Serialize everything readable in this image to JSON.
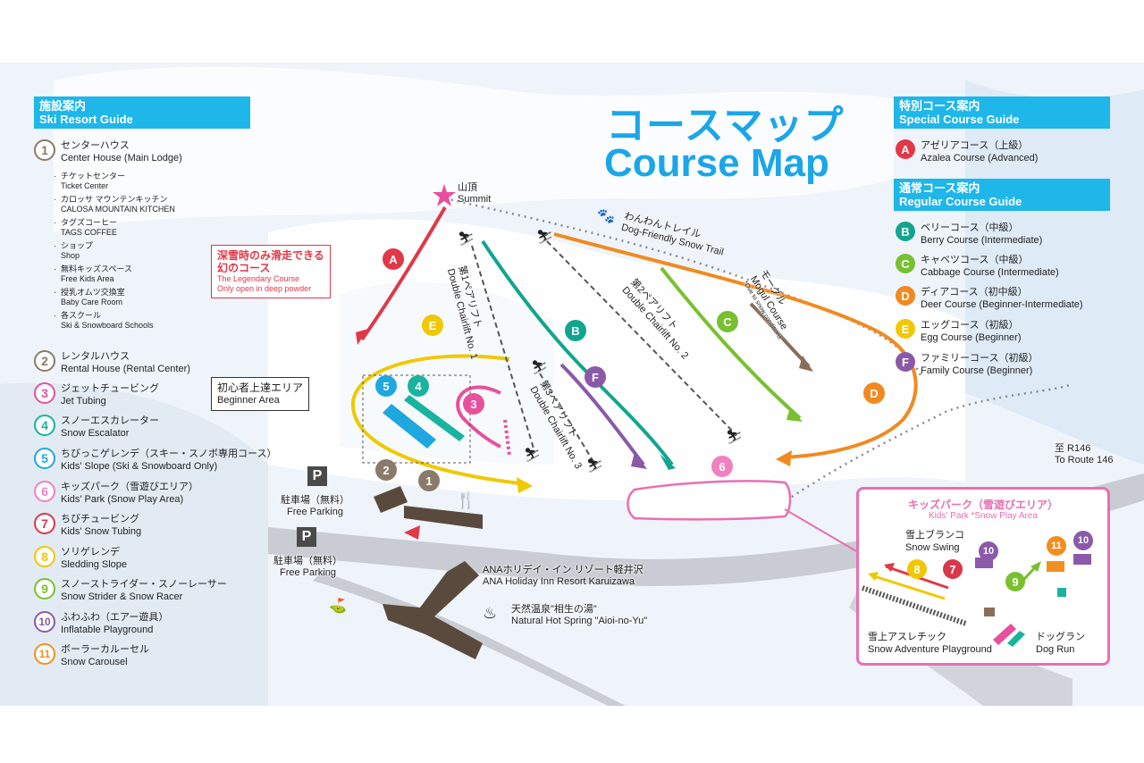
{
  "title": {
    "jp": "コースマップ",
    "en": "Course Map"
  },
  "facility_guide": {
    "header_jp": "施設案内",
    "header_en": "Ski Resort Guide",
    "items": [
      {
        "num": "1",
        "jp": "センターハウス",
        "en": "Center House (Main Lodge)",
        "color": "#8a7a6a"
      },
      {
        "num": "2",
        "jp": "レンタルハウス",
        "en": "Rental House (Rental Center)",
        "color": "#8a7a6a"
      },
      {
        "num": "3",
        "jp": "ジェットチュービング",
        "en": "Jet Tubing",
        "color": "#e8509c"
      },
      {
        "num": "4",
        "jp": "スノーエスカレーター",
        "en": "Snow Escalator",
        "color": "#18b4a0"
      },
      {
        "num": "5",
        "jp": "ちびっこゲレンデ（スキー・スノボ専用コース）",
        "en": "Kids' Slope (Ski & Snowboard Only)",
        "color": "#1fa8e0"
      },
      {
        "num": "6",
        "jp": "キッズパーク（雪遊びエリア）",
        "en": "Kids' Park (Snow Play Area)",
        "color": "#f080c0"
      },
      {
        "num": "7",
        "jp": "ちびチュービング",
        "en": "Kids' Snow Tubing",
        "color": "#d8384a"
      },
      {
        "num": "8",
        "jp": "ソリゲレンデ",
        "en": "Sledding Slope",
        "color": "#f0c800"
      },
      {
        "num": "9",
        "jp": "スノーストライダー・スノーレーサー",
        "en": "Snow Strider & Snow Racer",
        "color": "#78c030"
      },
      {
        "num": "10",
        "jp": "ふわふわ（エアー遊具）",
        "en": "Inflatable Playground",
        "color": "#8a5aa8"
      },
      {
        "num": "11",
        "jp": "ボーラーカルーセル",
        "en": "Snow Carousel",
        "color": "#f09020"
      }
    ],
    "center_house_sub": [
      {
        "jp": "チケットセンター",
        "en": "Ticket Center"
      },
      {
        "jp": "カロッサ マウンテンキッチン",
        "en": "CALOSA MOUNTAIN KITCHEN"
      },
      {
        "jp": "タグズコーヒー",
        "en": "TAGS COFFEE"
      },
      {
        "jp": "ショップ",
        "en": "Shop"
      },
      {
        "jp": "無料キッズスペース",
        "en": "Free Kids Area"
      },
      {
        "jp": "授乳オムツ交換室",
        "en": "Baby Care Room"
      },
      {
        "jp": "各スクール",
        "en": "Ski & Snowboard Schools"
      }
    ]
  },
  "special_guide": {
    "header_jp": "特別コース案内",
    "header_en": "Special Course Guide",
    "items": [
      {
        "letter": "A",
        "jp": "アゼリアコース（上級）",
        "en": "Azalea Course (Advanced)",
        "color": "#e03848"
      }
    ]
  },
  "regular_guide": {
    "header_jp": "通常コース案内",
    "header_en": "Regular Course Guide",
    "items": [
      {
        "letter": "B",
        "jp": "ベリーコース（中級）",
        "en": "Berry Course (Intermediate)",
        "color": "#12a58e"
      },
      {
        "letter": "C",
        "jp": "キャベツコース（中級）",
        "en": "Cabbage Course (Intermediate)",
        "color": "#78c030"
      },
      {
        "letter": "D",
        "jp": "ディアコース（初中級）",
        "en": "Deer Course (Beginner-Intermediate)",
        "color": "#f08a20"
      },
      {
        "letter": "E",
        "jp": "エッグコース（初級）",
        "en": "Egg Course (Beginner)",
        "color": "#f0c800"
      },
      {
        "letter": "F",
        "jp": "ファミリーコース（初級）",
        "en": "Family Course (Beginner)",
        "color": "#8a5aa8"
      }
    ]
  },
  "map_labels": {
    "summit_jp": "山頂",
    "summit_en": "Summit",
    "legendary_jp_1": "深雪時のみ滑走できる",
    "legendary_jp_2": "幻のコース",
    "legendary_en_1": "The Legendary Course",
    "legendary_en_2": "Only open in deep powder",
    "beginner_jp": "初心者上達エリア",
    "beginner_en": "Beginner Area",
    "dog_trail_jp": "わんわんトレイル",
    "dog_trail_en": "Dog-Friendly Snow Trail",
    "mogul_jp": "モーグル",
    "mogul_en": "Mogul Course",
    "mogul_note": "*Due to snow conditions",
    "lift1_jp": "第1ペアリフト",
    "lift1_en": "Double Chairlift No. 1",
    "lift2_jp": "第2ペアリフト",
    "lift2_en": "Double Chairlift No. 2",
    "lift3_jp": "第3ペアリフト",
    "lift3_en": "Double Chairlift No. 3",
    "route_jp": "至 R146",
    "route_en": "To Route 146",
    "parking1_jp": "駐車場（無料）",
    "parking1_en": "Free Parking",
    "parking2_jp": "駐車場（無料）",
    "parking2_en": "Free Parking",
    "parking_symbol": "P",
    "hotel_jp": "ANAホリデイ・イン リゾート軽井沢",
    "hotel_en": "ANA Holiday Inn Resort Karuizawa",
    "hotspring_jp": "天然温泉\"相生の湯\"",
    "hotspring_en": "Natural Hot Spring \"Aioi-no-Yu\""
  },
  "kids_park": {
    "title_jp": "キッズパーク（雪遊びエリア）",
    "title_en": "Kids' Park *Snow Play Area",
    "swing_jp": "雪上ブランコ",
    "swing_en": "Snow Swing",
    "adventure_jp": "雪上アスレチック",
    "adventure_en": "Snow Adventure Playground",
    "dogrun_jp": "ドッグラン",
    "dogrun_en": "Dog Run"
  },
  "markers": {
    "A": "A",
    "B": "B",
    "C": "C",
    "D": "D",
    "E": "E",
    "F": "F",
    "n1": "1",
    "n2": "2",
    "n3": "3",
    "n4": "4",
    "n5": "5",
    "n6": "6",
    "n7": "7",
    "n8": "8",
    "n9": "9",
    "n10a": "10",
    "n10b": "10",
    "n11": "11"
  }
}
